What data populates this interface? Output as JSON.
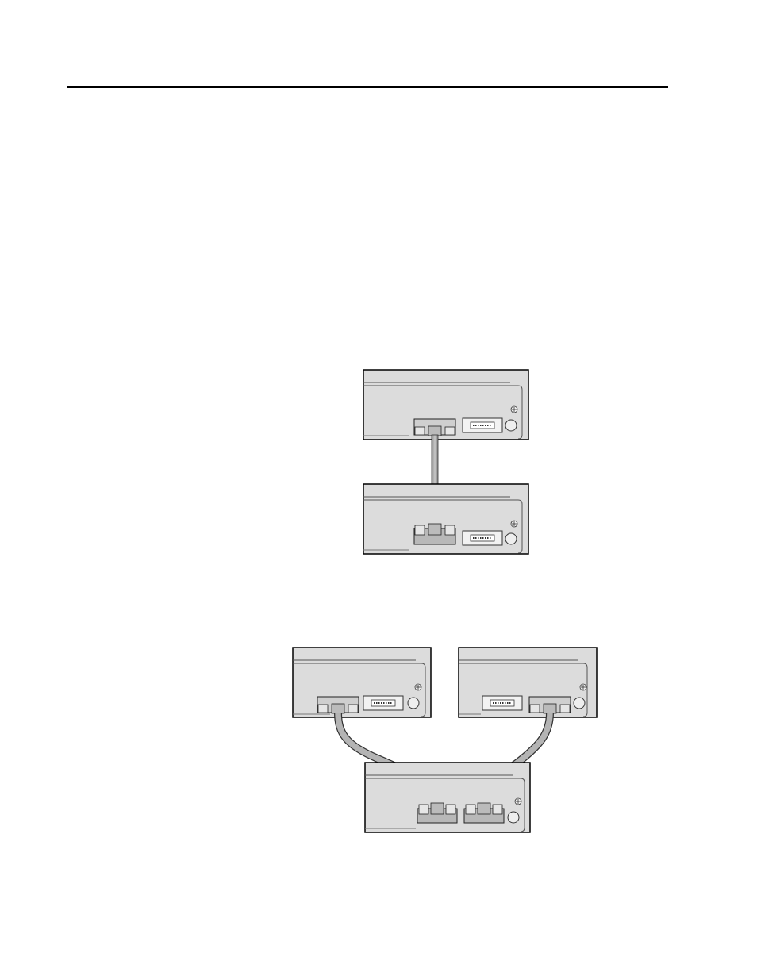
{
  "page": {
    "background": "#ffffff",
    "rule_color": "#000000"
  },
  "colors": {
    "panel_fill": "#dcdcdc",
    "panel_stroke": "#000000",
    "cable_fill": "#b4b4b4",
    "connector_fill": "#cfcfcf"
  },
  "figures": [
    {
      "name": "two-units-single-cable",
      "units": 2,
      "cables": 1
    },
    {
      "name": "three-units-two-cables",
      "units": 3,
      "cables": 2
    }
  ],
  "icons": [
    "ground-screw-icon",
    "power-knob-icon",
    "serial-port-icon",
    "scsi-connector-icon",
    "cable"
  ]
}
